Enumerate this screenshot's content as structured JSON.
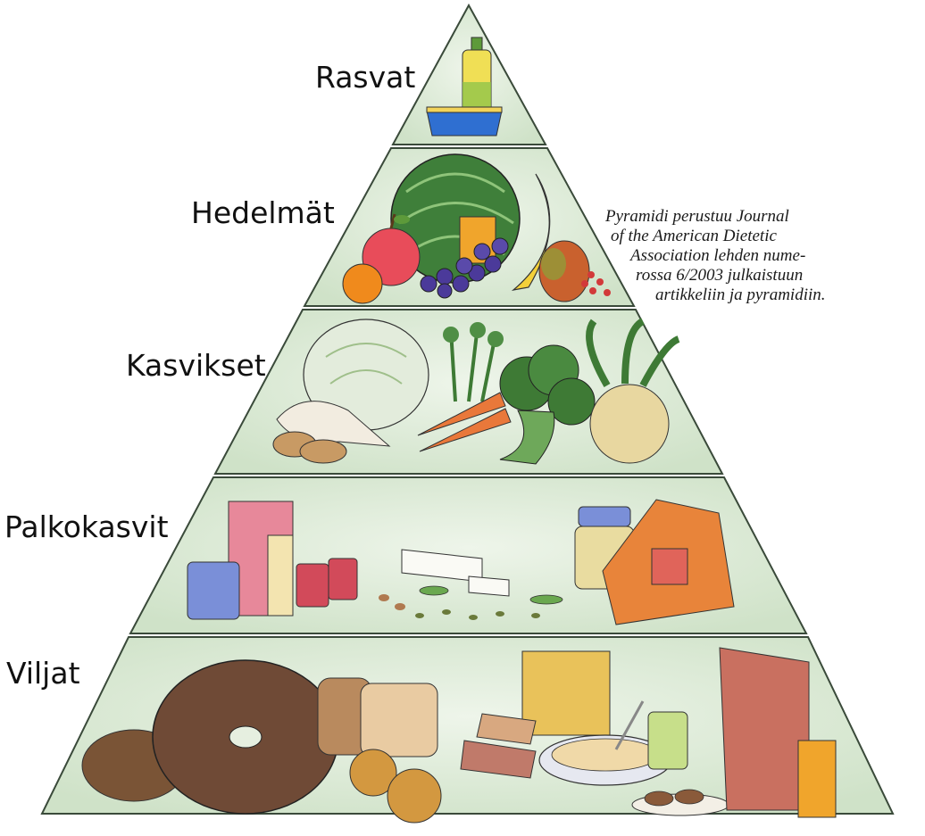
{
  "pyramid": {
    "levels": [
      {
        "id": "fats",
        "label": "Rasvat"
      },
      {
        "id": "fruits",
        "label": "Hedelmät"
      },
      {
        "id": "vegetables",
        "label": "Kasvikset"
      },
      {
        "id": "legumes",
        "label": "Palkokasvit"
      },
      {
        "id": "grains",
        "label": "Viljat"
      }
    ]
  },
  "source_note": {
    "lines": [
      "Pyramidi perustuu Journal",
      "of the American Dietetic",
      "Association lehden nume-",
      "rossa 6/2003 julkaistuun",
      "artikkeliin ja pyramidiin."
    ]
  },
  "colors": {
    "tier_fill": "#d8e8d2",
    "tier_inner": "#e9f2e4",
    "outline": "#3a4a3a"
  }
}
